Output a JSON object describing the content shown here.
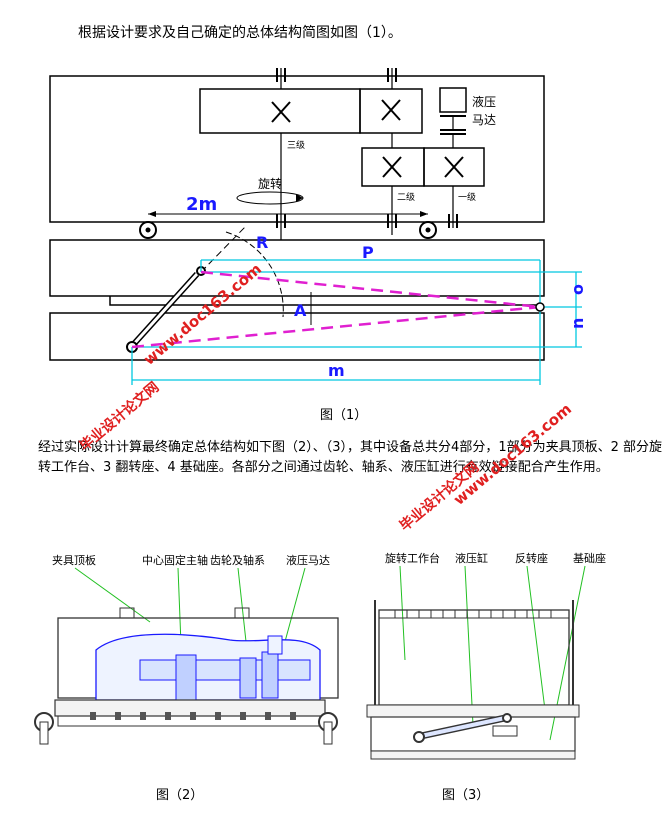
{
  "intro_text": "根据设计要求及自己确定的总体结构简图如图（1）。",
  "fig1": {
    "caption": "图（1）",
    "label_hydraulic_motor_line1": "液压",
    "label_hydraulic_motor_line2": "马达",
    "label_stage3": "三级",
    "label_stage2": "二级",
    "label_stage1": "一级",
    "label_rotate": "旋转",
    "label_2m": "2m",
    "label_R": "R",
    "label_P": "P",
    "label_A": "A",
    "label_o": "o",
    "label_n": "n",
    "label_m": "m"
  },
  "paragraph": "经过实际设计计算最终确定总体结构如下图（2）、（3），其中设备总共分4部分，1部分为夹具顶板、2 部分旋转工作台、3 翻转座、4 基础座。各部分之间通过齿轮、轴系、液压缸进行有效链接配合产生作用。",
  "fig2": {
    "caption": "图（2）",
    "label_top_plate": "夹具顶板",
    "label_center_shaft": "中心固定主轴",
    "label_gear_shaft": "齿轮及轴系",
    "label_hydraulic_motor": "液压马达"
  },
  "fig3": {
    "caption": "图（3）",
    "label_rotary_table": "旋转工作台",
    "label_hydraulic_cylinder": "液压缸",
    "label_flip_seat": "反转座",
    "label_base_seat": "基础座"
  },
  "watermark": {
    "url": "www.doc163.com",
    "name": "毕业设计论文网"
  },
  "colors": {
    "blue": "#1a1aff",
    "cyan": "#00c8e0",
    "magenta": "#e020d0",
    "green": "#22c022",
    "red": "#e02020"
  }
}
